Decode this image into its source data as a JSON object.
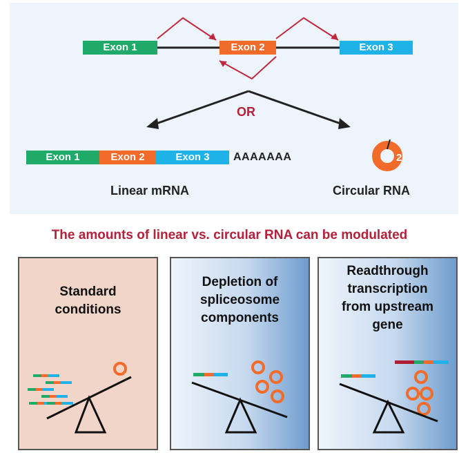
{
  "top": {
    "pre_mrna": {
      "exon1_label": "Exon 1",
      "exon2_label": "Exon 2",
      "exon3_label": "Exon 3"
    },
    "or_label": "OR",
    "linear": {
      "exon1_label": "Exon 1",
      "exon2_label": "Exon 2",
      "exon3_label": "Exon 3",
      "polya_tail": "AAAAAAA",
      "caption": "Linear mRNA"
    },
    "circular": {
      "exon_number": "2",
      "caption": "Circular RNA"
    }
  },
  "headline": "The amounts of linear vs. circular RNA can be modulated",
  "panels": [
    {
      "title": "Standard\nconditions"
    },
    {
      "title": "Depletion of\nspliceosome\ncomponents"
    },
    {
      "title": "Readthrough\ntranscription\nfrom upstream\ngene"
    }
  ],
  "colors": {
    "exon1": "#1faa6a",
    "exon2": "#f26b2a",
    "exon3": "#1eb2e8",
    "splice_arrow": "#c0283f",
    "headline": "#b5203a",
    "circle_rna": "#f26b2a",
    "upstream_segment": "#b01e36",
    "panel1_bg": "#f1d5c8",
    "panel_blue_light": "#dde9f6",
    "panel_blue_dark": "#6f9ccd"
  }
}
